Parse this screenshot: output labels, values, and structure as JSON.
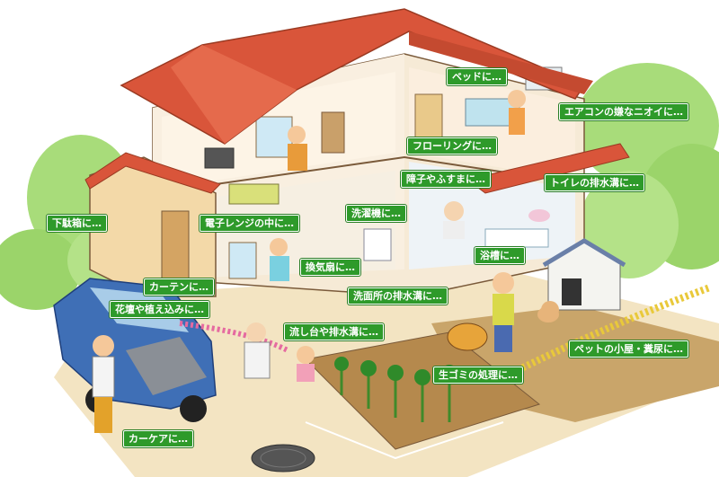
{
  "colors": {
    "label_bg": "#2e9a2a",
    "label_text": "#ffffff",
    "roof": "#d9553a",
    "wall": "#f6ead6",
    "grass": "#a9d86a",
    "tree": "#8fcf5c",
    "car": "#3f6fb6"
  },
  "labels": {
    "bed": "ベッドに…",
    "aircon": "エアコンの嫌なニオイに…",
    "flooring": "フローリングに…",
    "shoji": "障子やふすまに…",
    "toilet": "トイレの排水溝に…",
    "shoebox": "下駄箱に…",
    "microwave": "電子レンジの中に…",
    "washer": "洗濯機に…",
    "fan": "換気扇に…",
    "bathtub": "浴槽に…",
    "curtain": "カーテンに…",
    "washroom_drain": "洗面所の排水溝に…",
    "flowerbed": "花壇や植え込みに…",
    "sink": "流し台や排水溝に…",
    "pet": "ペットの小屋・糞尿に…",
    "garbage": "生ゴミの処理に…",
    "carcare": "カーケアに…"
  }
}
